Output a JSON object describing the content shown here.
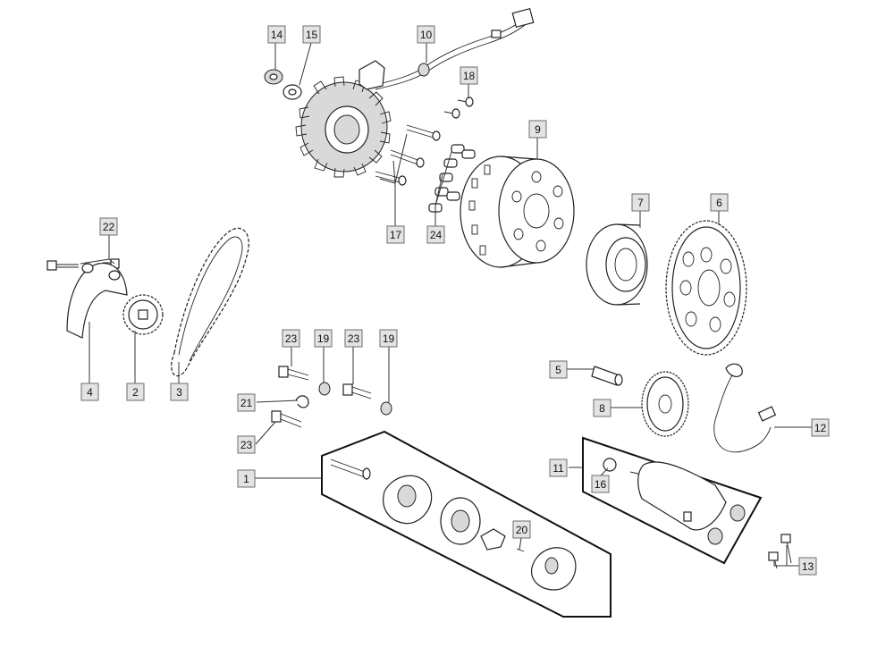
{
  "callouts": [
    {
      "id": "c14",
      "label": "14"
    },
    {
      "id": "c15",
      "label": "15"
    },
    {
      "id": "c10",
      "label": "10"
    },
    {
      "id": "c18",
      "label": "18"
    },
    {
      "id": "c9",
      "label": "9"
    },
    {
      "id": "c7",
      "label": "7"
    },
    {
      "id": "c6",
      "label": "6"
    },
    {
      "id": "c17",
      "label": "17"
    },
    {
      "id": "c24",
      "label": "24"
    },
    {
      "id": "c22",
      "label": "22"
    },
    {
      "id": "c4",
      "label": "4"
    },
    {
      "id": "c2",
      "label": "2"
    },
    {
      "id": "c3",
      "label": "3"
    },
    {
      "id": "c23a",
      "label": "23"
    },
    {
      "id": "c19a",
      "label": "19"
    },
    {
      "id": "c23b",
      "label": "23"
    },
    {
      "id": "c19b",
      "label": "19"
    },
    {
      "id": "c21",
      "label": "21"
    },
    {
      "id": "c23c",
      "label": "23"
    },
    {
      "id": "c1",
      "label": "1"
    },
    {
      "id": "c20",
      "label": "20"
    },
    {
      "id": "c5",
      "label": "5"
    },
    {
      "id": "c8",
      "label": "8"
    },
    {
      "id": "c12",
      "label": "12"
    },
    {
      "id": "c11",
      "label": "11"
    },
    {
      "id": "c16",
      "label": "16"
    },
    {
      "id": "c13",
      "label": "13"
    }
  ]
}
